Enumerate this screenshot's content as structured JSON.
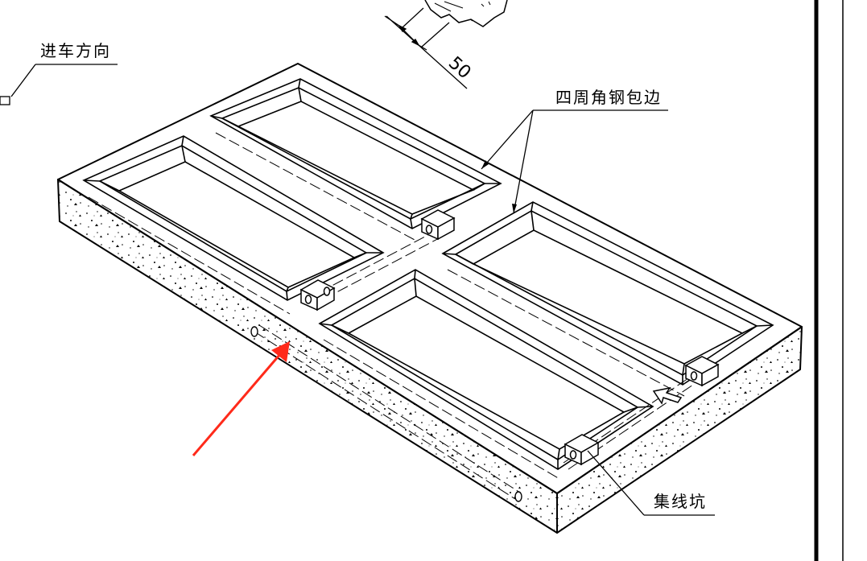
{
  "labels": {
    "entry_direction": "进车方向",
    "angle_steel_edging": "四周角钢包边",
    "collection_pit": "集线坑",
    "dimension": "50"
  },
  "colors": {
    "line": "#000000",
    "background": "#ffffff",
    "arrow": "#ff2a1a"
  }
}
